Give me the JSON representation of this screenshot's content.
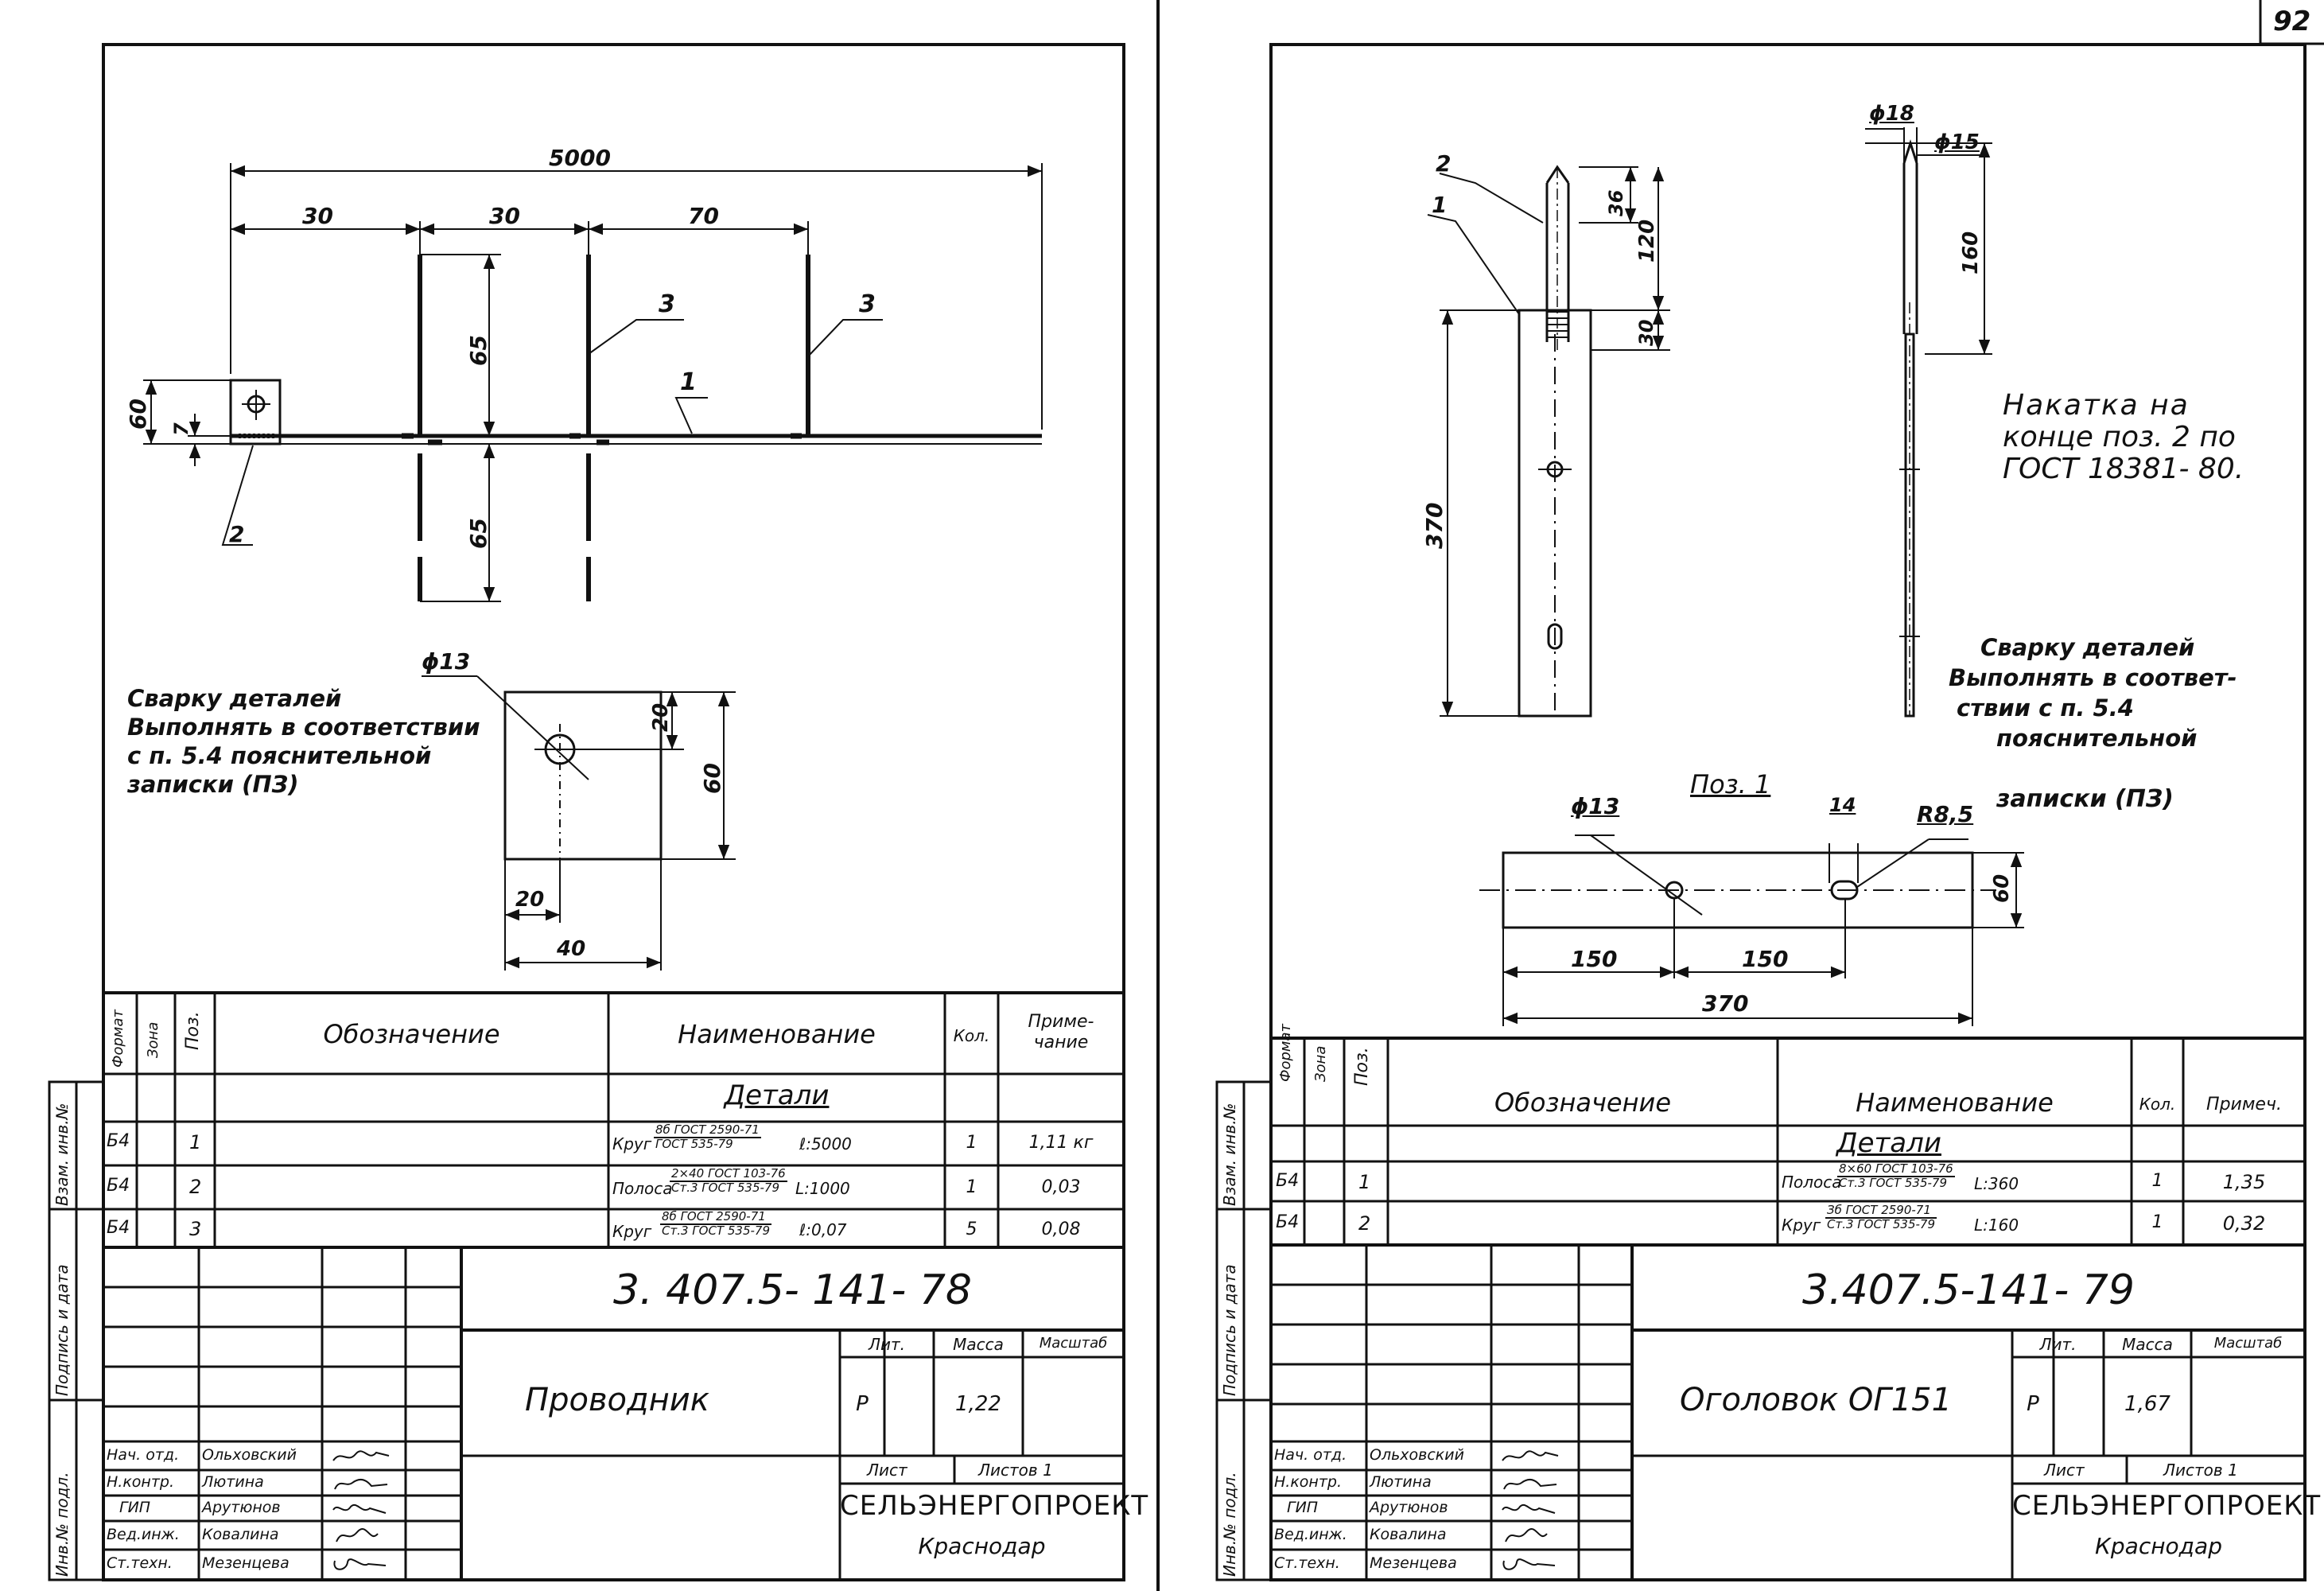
{
  "page": {
    "sheet_number": "92"
  },
  "left": {
    "dims": {
      "total": "5000",
      "d1": "30",
      "d2": "30",
      "d3": "70",
      "h_top": "65",
      "h_bot": "65",
      "h60": "60",
      "h7": "7",
      "hole": "ϕ13",
      "s20v": "20",
      "s60v": "60",
      "s20h": "20",
      "s40h": "40"
    },
    "callouts": [
      "2",
      "3",
      "3",
      "1"
    ],
    "welding_note": [
      "Сварку деталей",
      "Выполнять в соответствии",
      "с п. 5.4 пояснительной",
      "записки (ПЗ)"
    ],
    "spec": {
      "headers": {
        "format": "Формат",
        "zone": "Зона",
        "pos": "Поз.",
        "designation": "Обозначение",
        "name": "Наименование",
        "qty": "Кол.",
        "note": "Приме-\nчание"
      },
      "section": "Детали",
      "rows": [
        {
          "format": "Б4",
          "pos": "1",
          "name": "Круг",
          "num": "8б ГОСТ 2590-71",
          "den": "ГОСТ 535-79",
          "len": "ℓ:5000",
          "qty": "1",
          "note": "1,11 кг"
        },
        {
          "format": "Б4",
          "pos": "2",
          "name": "Полоса",
          "num": "2×40 ГОСТ 103-76",
          "den": "Ст.3 ГОСТ 535-79",
          "len": "L:1000",
          "qty": "1",
          "note": "0,03"
        },
        {
          "format": "Б4",
          "pos": "3",
          "name": "Круг",
          "num": "8б ГОСТ 2590-71",
          "den": "Ст.3 ГОСТ 535-79",
          "len": "ℓ:0,07",
          "qty": "5",
          "note": "0,08"
        }
      ]
    },
    "title_block": {
      "code": "3. 407.5- 141- 78",
      "title": "Проводник",
      "lit_h": "Лит.",
      "mass_h": "Масса",
      "scale_h": "Масштаб",
      "lit": "Р",
      "mass": "1,22",
      "sheet": "Лист",
      "sheets": "Листов 1",
      "org": "СЕЛЬЭНЕРГОПРОЕКТ",
      "city": "Краснодар",
      "people": [
        {
          "role": "Нач. отд.",
          "name": "Ольховский"
        },
        {
          "role": "Н.контр.",
          "name": "Лютина"
        },
        {
          "role": "ГИП",
          "name": "Арутюнов"
        },
        {
          "role": "Вед.инж.",
          "name": "Ковалина"
        },
        {
          "role": "Ст.техн.",
          "name": "Мезенцева"
        }
      ],
      "side_labels": [
        "Инв.№ подл.",
        "Подпись и дата",
        "Взам. инв.№"
      ]
    }
  },
  "right": {
    "dims": {
      "d18": "ϕ18",
      "d15": "ϕ15",
      "h36": "36",
      "h120": "120",
      "h160": "160",
      "h30": "30",
      "h370": "370",
      "pos1_label": "Поз. 1",
      "hole": "ϕ13",
      "slot": "14",
      "radius": "R8,5",
      "w60": "60",
      "w150a": "150",
      "w150b": "150",
      "w370": "370"
    },
    "callouts": [
      "2",
      "1"
    ],
    "knurl_note": [
      "Накатка на",
      "конце поз. 2 по",
      "ГОСТ 18381- 80."
    ],
    "welding_note": [
      "Сварку деталей",
      "Выполнять в соответ-",
      "ствии с п. 5.4",
      "пояснительной",
      "записки (ПЗ)"
    ],
    "spec": {
      "headers": {
        "format": "Формат",
        "zone": "Зона",
        "pos": "Поз.",
        "designation": "Обозначение",
        "name": "Наименование",
        "qty": "Кол.",
        "note": "Примеч."
      },
      "section": "Детали",
      "rows": [
        {
          "format": "Б4",
          "pos": "1",
          "name": "Полоса",
          "num": "8×60 ГОСТ 103-76",
          "den": "Ст.3 ГОСТ 535-79",
          "len": "L:360",
          "qty": "1",
          "note": "1,35"
        },
        {
          "format": "Б4",
          "pos": "2",
          "name": "Круг",
          "num": "Зб ГОСТ 2590-71",
          "den": "Ст.3 ГОСТ 535-79",
          "len": "L:160",
          "qty": "1",
          "note": "0,32"
        }
      ]
    },
    "title_block": {
      "code": "3.407.5-141- 79",
      "title": "Оголовок ОГ151",
      "lit_h": "Лит.",
      "mass_h": "Масса",
      "scale_h": "Масштаб",
      "lit": "Р",
      "mass": "1,67",
      "sheet": "Лист",
      "sheets": "Листов 1",
      "org": "СЕЛЬЭНЕРГОПРОЕКТ",
      "city": "Краснодар",
      "people": [
        {
          "role": "Нач. отд.",
          "name": "Ольховский"
        },
        {
          "role": "Н.контр.",
          "name": "Лютина"
        },
        {
          "role": "ГИП",
          "name": "Арутюнов"
        },
        {
          "role": "Вед.инж.",
          "name": "Ковалина"
        },
        {
          "role": "Ст.техн.",
          "name": "Мезенцева"
        }
      ],
      "side_labels": [
        "Инв.№ подл.",
        "Подпись и дата",
        "Взам. инв.№"
      ]
    }
  }
}
